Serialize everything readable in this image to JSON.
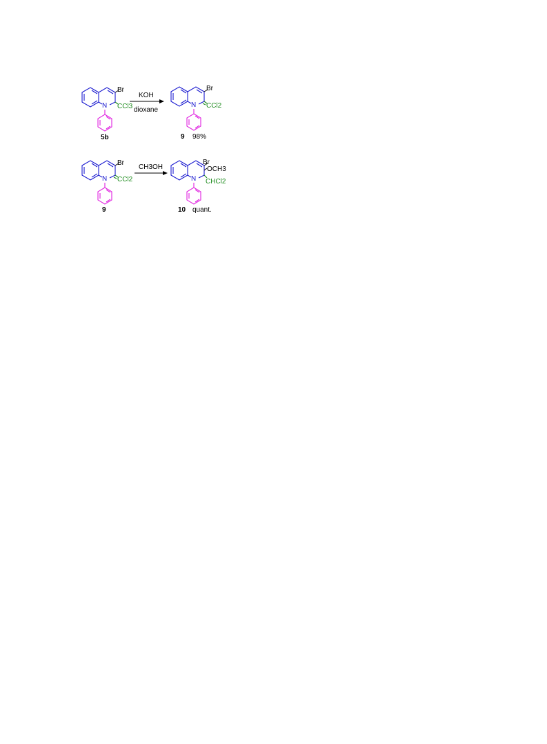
{
  "scheme": {
    "reaction1": {
      "reactant_label": "5b",
      "reagent_top": "KOH",
      "reagent_bottom": "dioxane",
      "product_label": "9",
      "product_yield": "98%",
      "substituents": {
        "br": "Br",
        "n": "N",
        "reactant_group": "CCl3",
        "product_group": "CCl2"
      }
    },
    "reaction2": {
      "reactant_label": "9",
      "reagent_top": "CH3OH",
      "product_label": "10",
      "product_yield": "quant.",
      "substituents": {
        "br": "Br",
        "n": "N",
        "reactant_group": "CCl2",
        "product_group_1": "OCH3",
        "product_group_2": "CHCl2"
      }
    }
  },
  "colors": {
    "quinoline": "#1a1ad0",
    "phenyl": "#e020e0",
    "halo_group": "#1b8a1b",
    "text": "#000000"
  }
}
